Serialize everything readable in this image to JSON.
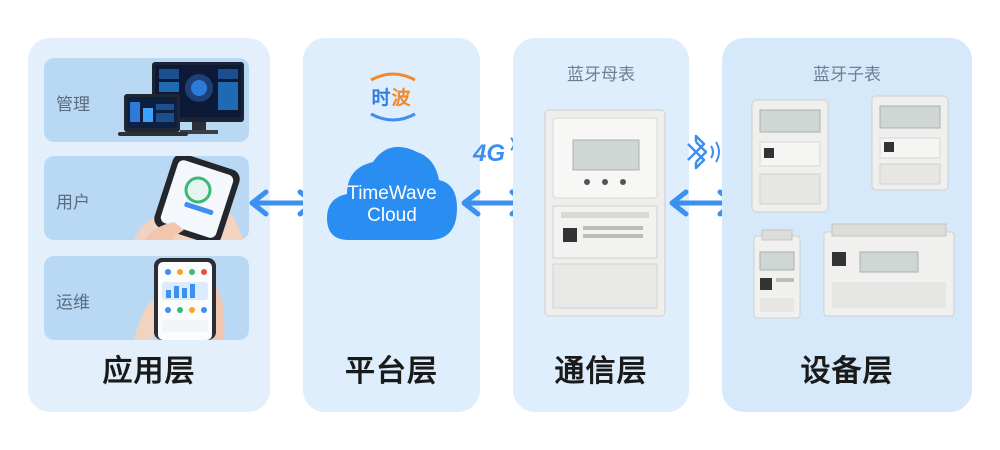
{
  "app_layer": {
    "title": "应用层",
    "cards": [
      {
        "label": "管理"
      },
      {
        "label": "用户"
      },
      {
        "label": "运维"
      }
    ]
  },
  "platform_layer": {
    "title": "平台层",
    "logo_text": "时波",
    "cloud_line1": "TimeWave",
    "cloud_line2": "Cloud"
  },
  "comm_layer": {
    "title": "通信层",
    "subtitle": "蓝牙母表",
    "network_label": "4G"
  },
  "device_layer": {
    "title": "设备层",
    "subtitle": "蓝牙子表"
  },
  "colors": {
    "panel_bg": "#deeefc",
    "card_bg": "#b9d8f4",
    "arrow": "#3d8ff0",
    "cloud": "#2a8df2"
  },
  "icons": [
    "bidirectional-arrow-icon",
    "4g-signal-icon",
    "bluetooth-icon",
    "cloud-icon"
  ]
}
